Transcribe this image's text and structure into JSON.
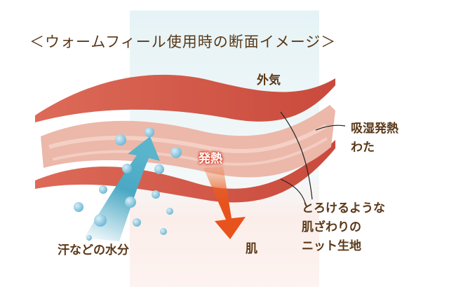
{
  "title": "＜ウォームフィール使用時の断面イメージ＞",
  "labels": {
    "outside_air": "外気",
    "batting_line1": "吸湿発熱",
    "batting_line2": "わた",
    "heat": "発熱",
    "knit_line1": "とろけるような",
    "knit_line2": "肌ざわりの",
    "knit_line3": "ニット生地",
    "moisture": "汗などの水分",
    "skin": "肌"
  },
  "colors": {
    "text": "#5a3818",
    "fabric": "#d4584a",
    "batting": "#eab5a8",
    "moisture_arrow": "#4aa8c4",
    "heat_arrow": "#e8521c"
  }
}
